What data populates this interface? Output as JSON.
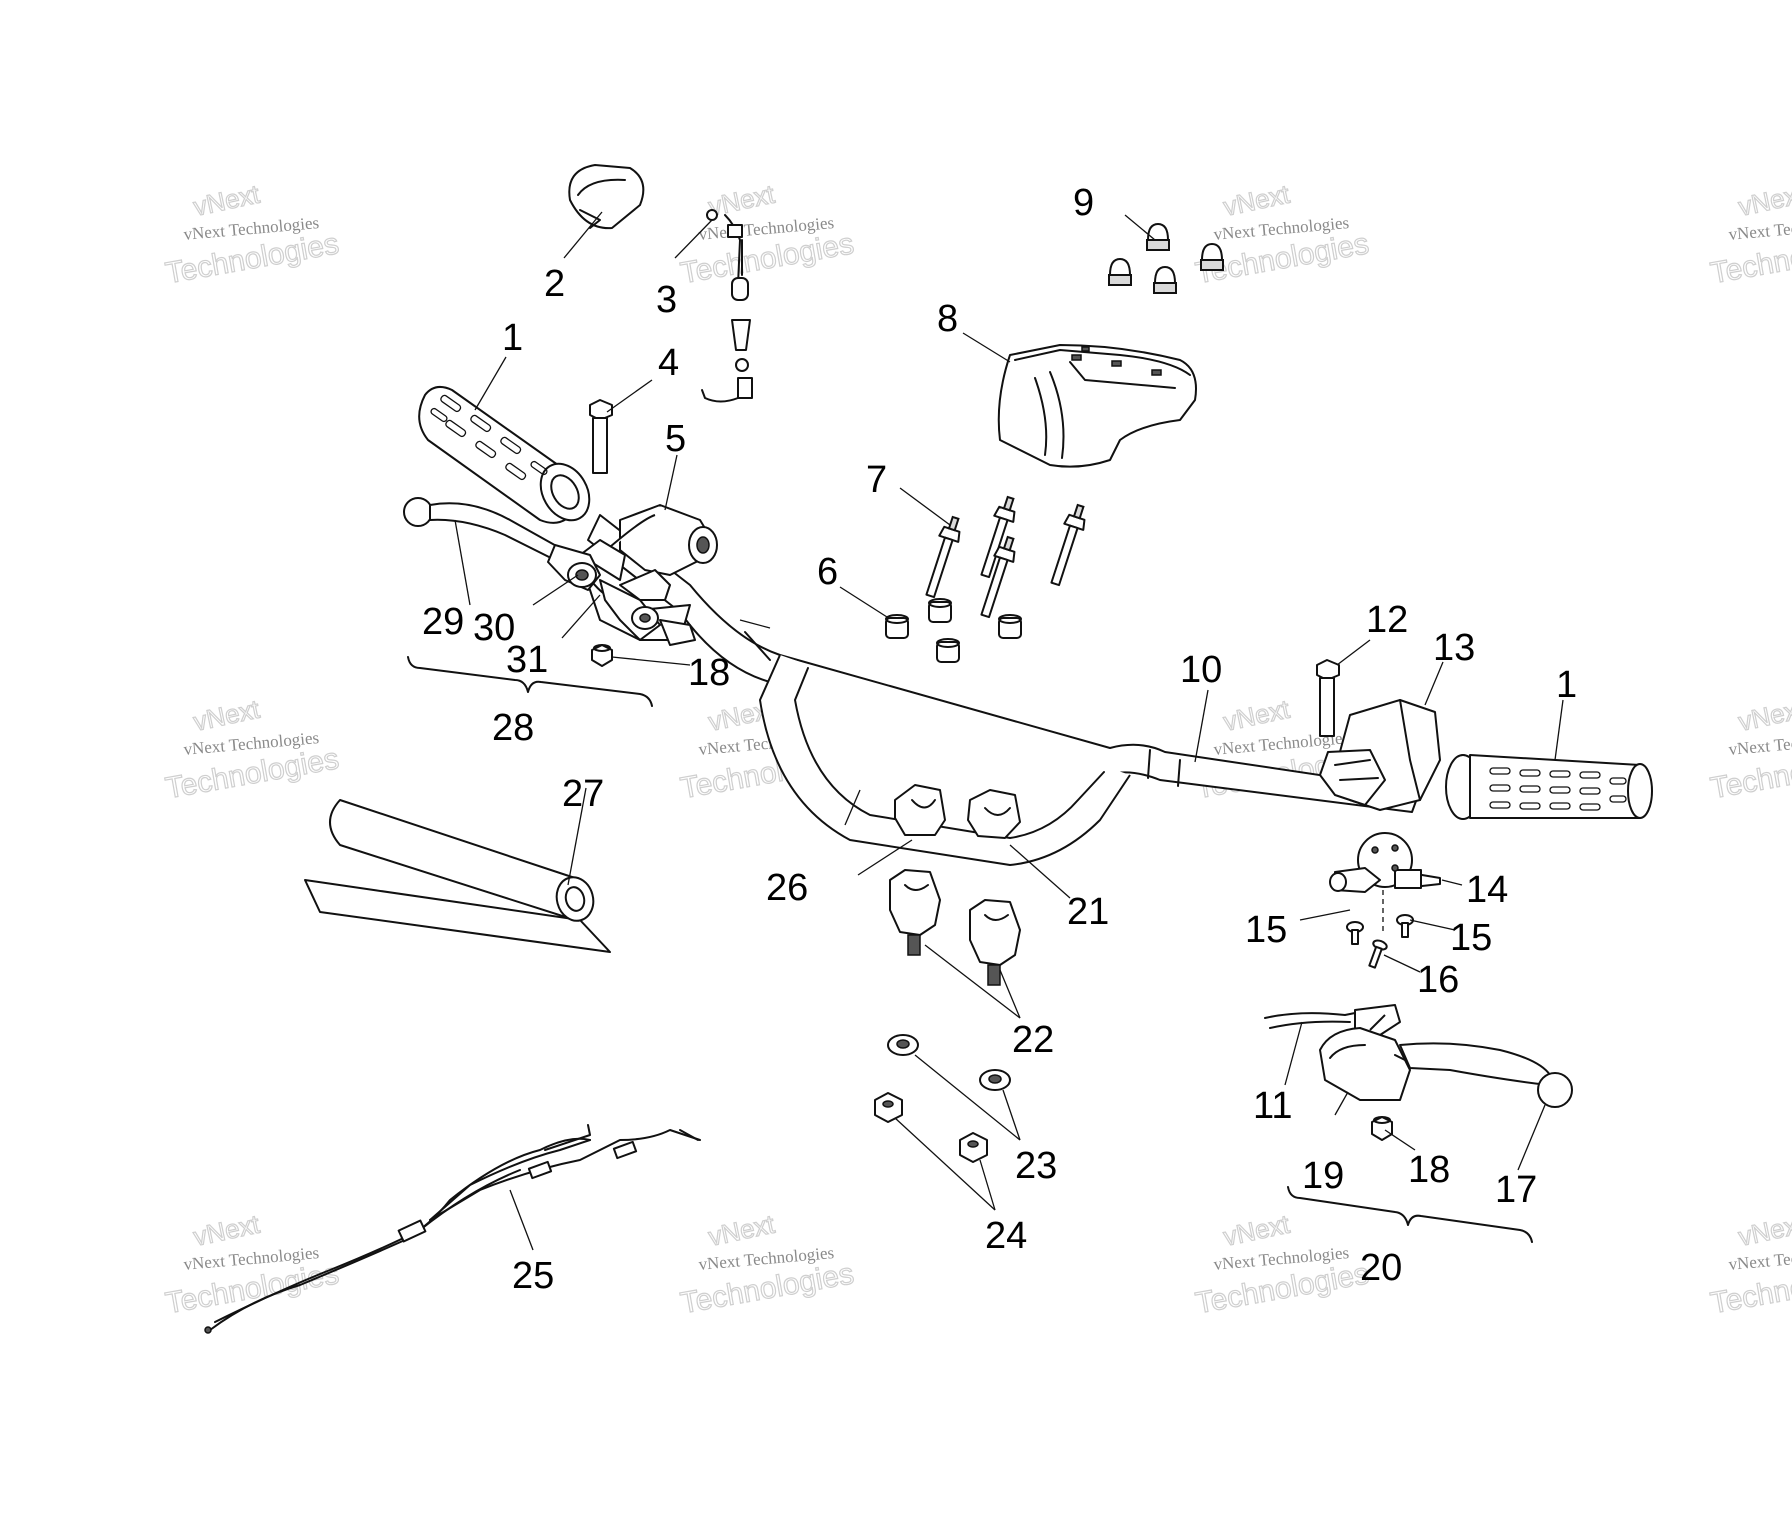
{
  "watermark": {
    "line_top": "vNext",
    "line_mid": "vNext Technologies",
    "line_bottom": "Technologies"
  },
  "callouts": [
    {
      "id": "1a",
      "text": "1"
    },
    {
      "id": "1b",
      "text": "1"
    },
    {
      "id": "2",
      "text": "2"
    },
    {
      "id": "3",
      "text": "3"
    },
    {
      "id": "4",
      "text": "4"
    },
    {
      "id": "5",
      "text": "5"
    },
    {
      "id": "6",
      "text": "6"
    },
    {
      "id": "7",
      "text": "7"
    },
    {
      "id": "8",
      "text": "8"
    },
    {
      "id": "9",
      "text": "9"
    },
    {
      "id": "10",
      "text": "10"
    },
    {
      "id": "11",
      "text": "11"
    },
    {
      "id": "12",
      "text": "12"
    },
    {
      "id": "13",
      "text": "13"
    },
    {
      "id": "14",
      "text": "14"
    },
    {
      "id": "15a",
      "text": "15"
    },
    {
      "id": "15b",
      "text": "15"
    },
    {
      "id": "16",
      "text": "16"
    },
    {
      "id": "17",
      "text": "17"
    },
    {
      "id": "18a",
      "text": "18"
    },
    {
      "id": "18b",
      "text": "18"
    },
    {
      "id": "19",
      "text": "19"
    },
    {
      "id": "20",
      "text": "20"
    },
    {
      "id": "21",
      "text": "21"
    },
    {
      "id": "22",
      "text": "22"
    },
    {
      "id": "23",
      "text": "23"
    },
    {
      "id": "24",
      "text": "24"
    },
    {
      "id": "25",
      "text": "25"
    },
    {
      "id": "26",
      "text": "26"
    },
    {
      "id": "27",
      "text": "27"
    },
    {
      "id": "28",
      "text": "28"
    },
    {
      "id": "29",
      "text": "29"
    },
    {
      "id": "30",
      "text": "30"
    },
    {
      "id": "31",
      "text": "31"
    }
  ]
}
